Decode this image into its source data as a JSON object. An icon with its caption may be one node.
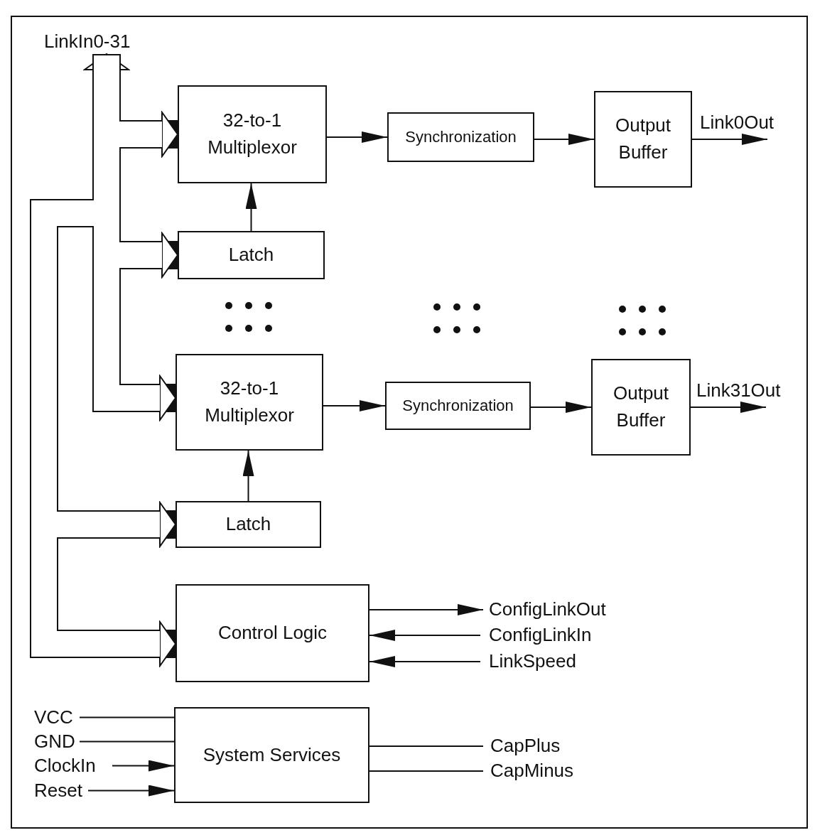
{
  "diagram": {
    "nodes": [
      {
        "text": [
          "LinkIn0-31"
        ]
      },
      {
        "text": [
          "32-to-1 Multiplexor"
        ]
      },
      {
        "text": [
          "Synchronization"
        ]
      },
      {
        "text": [
          "Output Buffer"
        ]
      },
      {
        "text": [
          "Link0Out"
        ]
      },
      {
        "text": [
          "Latch"
        ]
      },
      {
        "text": [
          "32-to-1 Multiplexor"
        ]
      },
      {
        "text": [
          "Synchronization"
        ]
      },
      {
        "text": [
          "Output Buffer"
        ]
      },
      {
        "text": [
          "Link31Out"
        ]
      },
      {
        "text": [
          "Latch"
        ]
      },
      {
        "text": [
          "Control Logic"
        ]
      },
      {
        "text": [
          "ConfigLinkOut"
        ]
      },
      {
        "text": [
          "ConfigLinkIn"
        ]
      },
      {
        "text": [
          "LinkSpeed"
        ]
      },
      {
        "text": [
          "System Services"
        ]
      },
      {
        "text": [
          "VCC"
        ]
      },
      {
        "text": [
          "GND"
        ]
      },
      {
        "text": [
          "ClockIn"
        ]
      },
      {
        "text": [
          "Reset"
        ]
      },
      {
        "text": [
          "CapPlus"
        ]
      },
      {
        "text": [
          "CapMinus"
        ]
      }
    ],
    "edges": [
      {
        "from": 0,
        "to": 1,
        "arrow": "to",
        "style": "thick"
      },
      {
        "from": 0,
        "to": 5,
        "arrow": "to",
        "style": "thick"
      },
      {
        "from": 0,
        "to": 6,
        "arrow": "to",
        "style": "thick"
      },
      {
        "from": 0,
        "to": 10,
        "arrow": "both",
        "style": "thick"
      },
      {
        "from": 0,
        "to": 11,
        "arrow": "to",
        "style": "thick"
      },
      {
        "from": 1,
        "to": 2,
        "arrow": "to"
      },
      {
        "from": 2,
        "to": 3,
        "arrow": "to"
      },
      {
        "from": 3,
        "to": 4,
        "arrow": "to"
      },
      {
        "from": 5,
        "to": 1,
        "arrow": "to"
      },
      {
        "from": 6,
        "to": 7,
        "arrow": "to"
      },
      {
        "from": 7,
        "to": 8,
        "arrow": "to"
      },
      {
        "from": 8,
        "to": 9,
        "arrow": "to"
      },
      {
        "from": 10,
        "to": 6,
        "arrow": "to"
      },
      {
        "from": 11,
        "to": 12,
        "arrow": "to"
      },
      {
        "from": 13,
        "to": 11,
        "arrow": "to"
      },
      {
        "from": 14,
        "to": 11,
        "arrow": "to"
      },
      {
        "from": 16,
        "to": 15,
        "arrow": "none"
      },
      {
        "from": 17,
        "to": 15,
        "arrow": "none"
      },
      {
        "from": 18,
        "to": 15,
        "arrow": "to"
      },
      {
        "from": 19,
        "to": 15,
        "arrow": "to"
      },
      {
        "from": 15,
        "to": 20,
        "arrow": "none"
      },
      {
        "from": 15,
        "to": 21,
        "arrow": "none"
      }
    ]
  }
}
